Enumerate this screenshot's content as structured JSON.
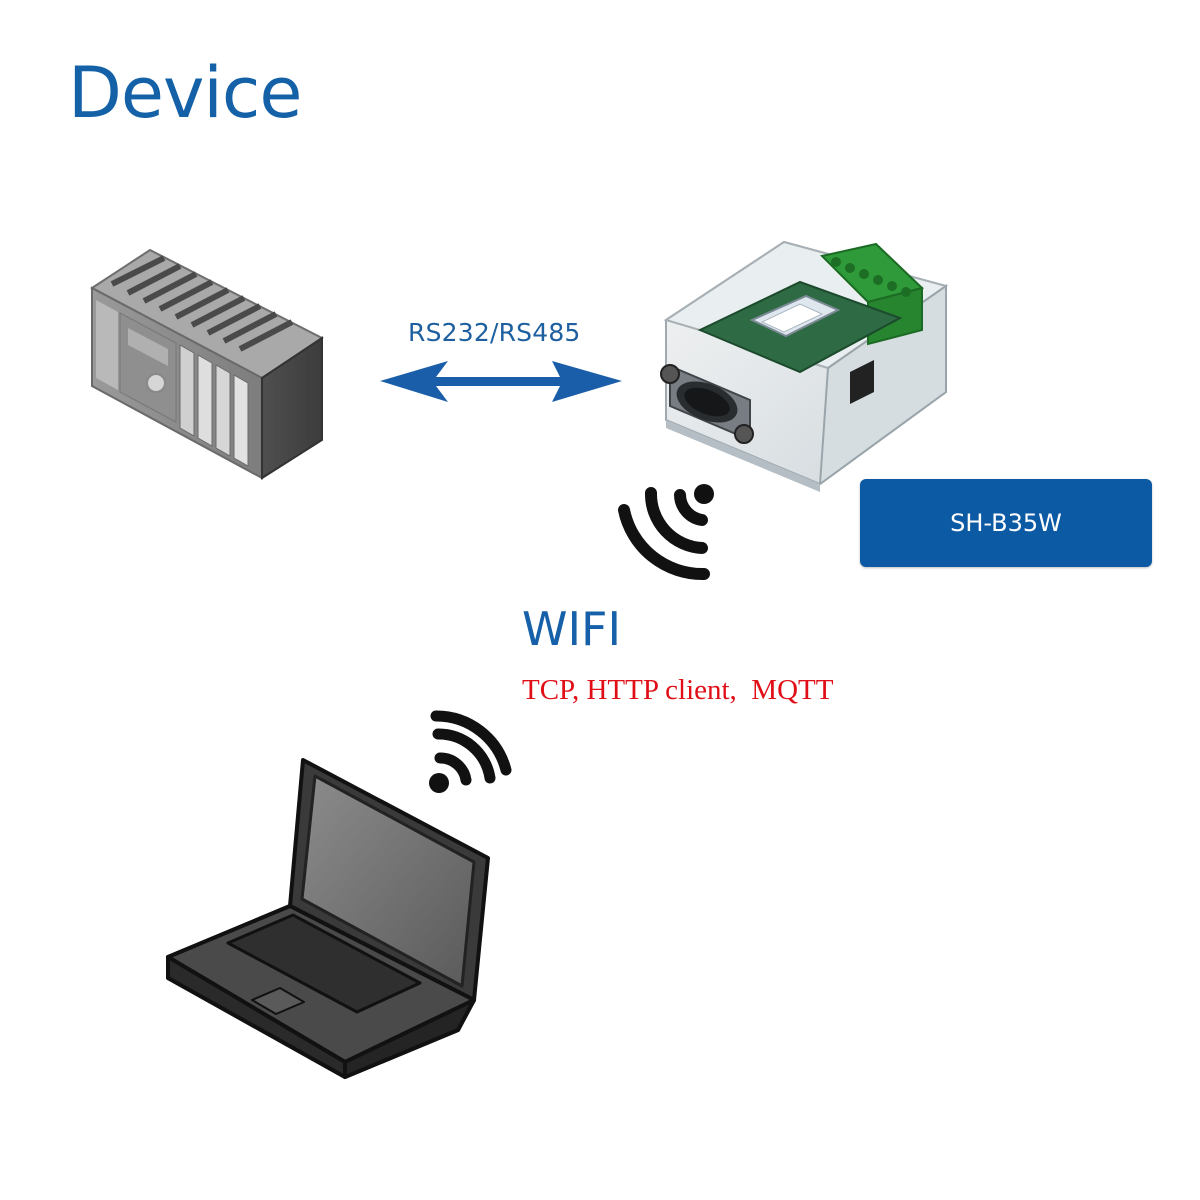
{
  "diagram": {
    "title": "Device",
    "link_label": "RS232/RS485",
    "model": "SH-B35W",
    "wireless_label": "WIFI",
    "protocols": "TCP, HTTP client,  MQTT"
  },
  "colors": {
    "title_blue": "#1461a8",
    "arrow_blue": "#1a5da8",
    "model_box": "#0c5aa3",
    "protocol_red": "#e00f17",
    "icon_black": "#111111"
  },
  "icons": [
    "plc-server-icon",
    "double-arrow-icon",
    "serial-wifi-converter-icon",
    "wifi-signal-icon",
    "laptop-icon"
  ]
}
